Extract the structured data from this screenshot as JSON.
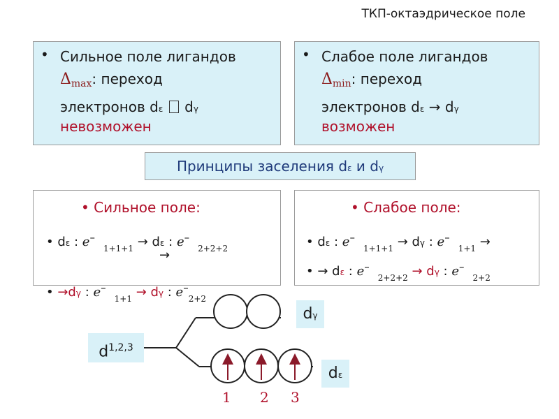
{
  "header": {
    "title": "ТКП-октаэдрическое поле"
  },
  "strong_box": {
    "line1": "Сильное поле лигандов",
    "delta": "Δ",
    "delta_sub": "max",
    "line2_rest": ": переход",
    "line3": "электронов d",
    "eps": "ε",
    "arrow_glyph": "",
    "gamma": "γ",
    "line4": "невозможен"
  },
  "weak_box": {
    "line1": "Слабое поле лигандов",
    "delta": "Δ",
    "delta_sub": "min",
    "line2_rest": ": переход",
    "line3": "электронов d",
    "eps": "ε",
    "arrow_glyph": "→",
    "gamma": "γ",
    "line4": "возможен"
  },
  "banner": {
    "text": "Принципы заселения d",
    "eps": "ε",
    "and": " и d",
    "gamma": "γ"
  },
  "strong_rules": {
    "heading": "Сильное поле:",
    "r1_a": "d",
    "r1_a_sub": "ε",
    "r1_b": " : ",
    "r1_e": "e",
    "r1_minus": "–",
    "r1_sub1": "1+1+1",
    "r1_arrow": " → d",
    "r1_c_sub": "ε",
    "r1_d": " : ",
    "r1_e2": "e",
    "r1_minus2": "–",
    "r1_sub2": "2+2+2",
    "r1_tail": "→",
    "r2_a": "→d",
    "r2_a_sub": "γ",
    "r2_b": " : ",
    "r2_e": "e",
    "r2_minus": "–",
    "r2_sub1": "1+1",
    "r2_arrow": " → d",
    "r2_c_sub": "γ",
    "r2_d": " : ",
    "r2_e2": "e",
    "r2_minus2": "–",
    "r2_sub2": "2+2"
  },
  "weak_rules": {
    "heading": "Слабое поле:",
    "r1_a": "d",
    "r1_a_sub": "ε",
    "r1_b": " : ",
    "r1_e": "e",
    "r1_minus": "–",
    "r1_sub1": "1+1+1",
    "r1_arrow": " → d",
    "r1_c_sub": "γ",
    "r1_d": " : ",
    "r1_e2": "e",
    "r1_minus2": "–",
    "r1_sub2": "1+1",
    "r1_tail": " →",
    "r2_a": "→ d",
    "r2_a_sub": "ε",
    "r2_b": " : ",
    "r2_e": "e",
    "r2_minus": "–",
    "r2_sub1": "2+2+2",
    "r2_arrow": " → d",
    "r2_c_sub": "γ",
    "r2_d": " : ",
    "r2_e2": "e",
    "r2_minus2": "–",
    "r2_sub2": "2+2"
  },
  "diagram": {
    "d_label": "d",
    "d_sup": "1,2,3",
    "dgamma_label": "d",
    "dgamma_sub": "γ",
    "deps_label": "d",
    "deps_sub": "ε",
    "orbital_numbers": [
      "1",
      "2",
      "3"
    ]
  },
  "colors": {
    "accent_red": "#b0102a",
    "box_fill": "#d9f1f8",
    "arrow": "#8b1a2a"
  }
}
